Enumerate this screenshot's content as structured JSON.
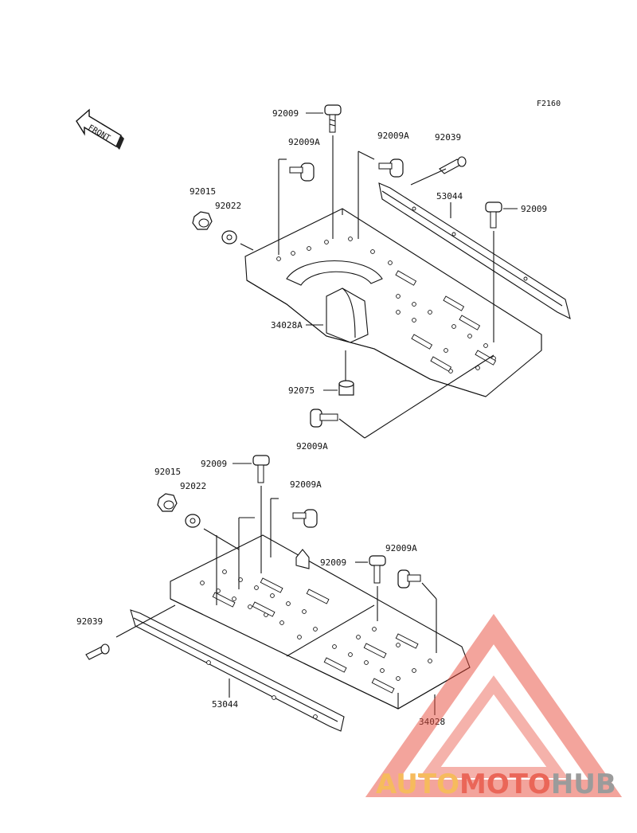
{
  "diagram": {
    "ref_code": "F2160",
    "front_label": "FRONT",
    "parts": {
      "u_92009_top": "92009",
      "u_92009A_left": "92009A",
      "u_92009A_mid": "92009A",
      "u_92039": "92039",
      "u_92015": "92015",
      "u_92022": "92022",
      "u_53044": "53044",
      "u_92009_right": "92009",
      "u_34028A": "34028A",
      "u_92075": "92075",
      "u_92009A_bottom": "92009A",
      "l_92009_top": "92009",
      "l_92015": "92015",
      "l_92022": "92022",
      "l_92009A_left": "92009A",
      "l_92009_mid": "92009",
      "l_92009A_right": "92009A",
      "l_92039": "92039",
      "l_53044": "53044",
      "l_34028": "34028"
    }
  },
  "watermark": {
    "part1": "AUTO",
    "part2": "MOTO",
    "part3": "HUB",
    "colors": {
      "orange": "#f5b041",
      "red": "#e74c3c",
      "gray": "#8a8a8a"
    }
  }
}
